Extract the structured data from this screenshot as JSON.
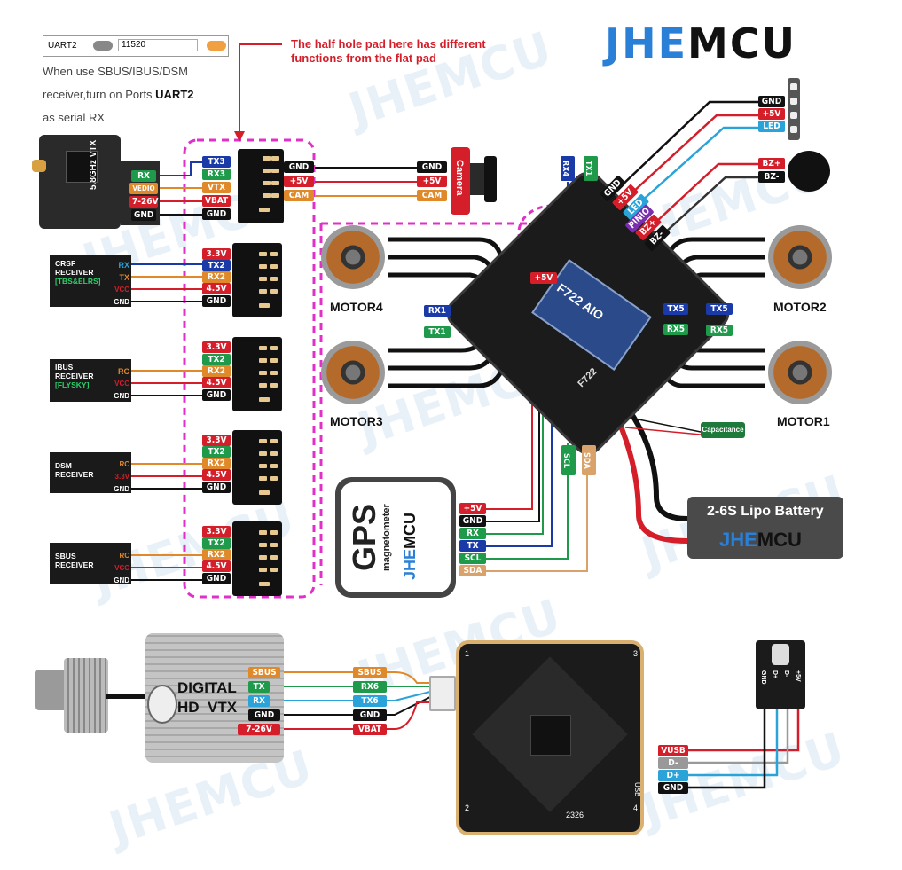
{
  "brand": {
    "name_a": "JHE",
    "name_b": "MCU",
    "watermark": "JHEMCU",
    "color_a": "#2a7fd6",
    "color_b": "#111111"
  },
  "uart_box": {
    "port": "UART2",
    "baud": "11520"
  },
  "note_sbus": {
    "line1": "When use SBUS/IBUS/DSM",
    "line2a": "receiver,turn on Ports ",
    "line2b": "UART2",
    "line3": "as serial RX"
  },
  "note_halfhole": {
    "line1": "The half hole pad here has different",
    "line2": "functions from the flat pad"
  },
  "vtx": {
    "title": "5.8GHz VTX",
    "pins": [
      "RX",
      "VEDIO",
      "7-26V",
      "GND"
    ]
  },
  "pad_group1": [
    "TX3",
    "RX3",
    "VTX",
    "VBAT",
    "GND"
  ],
  "pad_group1_right": [
    "GND",
    "+5V",
    "CAM"
  ],
  "camera": {
    "label": "Camera",
    "pins": [
      "GND",
      "+5V",
      "CAM"
    ]
  },
  "receivers": [
    {
      "name": "CRSF\nRECEIVER",
      "sub": "[TBS&ELRS]",
      "pins": [
        "RX",
        "TX",
        "VCC",
        "GND"
      ],
      "pads": [
        "TX2",
        "RX2",
        "4.5V",
        "GND"
      ],
      "top": "3.3V"
    },
    {
      "name": "IBUS\nRECEIVER",
      "sub": "[FLYSKY]",
      "pins": [
        "RC",
        "VCC",
        "GND"
      ],
      "pads": [
        "3.3V",
        "TX2",
        "RX2",
        "4.5V",
        "GND"
      ]
    },
    {
      "name": "DSM\nRECEIVER",
      "sub": "",
      "pins": [
        "RC",
        "3.3V",
        "GND"
      ],
      "pads": [
        "3.3V",
        "TX2",
        "RX2",
        "4.5V",
        "GND"
      ]
    },
    {
      "name": "SBUS\nRECEIVER",
      "sub": "",
      "pins": [
        "RC",
        "VCC",
        "GND"
      ],
      "pads": [
        "3.3V",
        "TX2",
        "RX2",
        "4.5V",
        "GND"
      ]
    }
  ],
  "fc_top": {
    "rx4": "RX4",
    "tx1": "TX1",
    "plus5v": "+5V",
    "board_text": "F722 AIO",
    "board_text2": "F722"
  },
  "top_right_pads": [
    "GND",
    "+5V",
    "LED",
    "PINIO",
    "BZ+",
    "BZ-"
  ],
  "led_strip": [
    "GND",
    "+5V",
    "LED"
  ],
  "buzzer": [
    "BZ+",
    "BZ-"
  ],
  "motors": [
    "MOTOR4",
    "MOTOR2",
    "MOTOR3",
    "MOTOR1"
  ],
  "uart_side": {
    "rx1": "RX1",
    "tx1": "TX1",
    "tx5a": "TX5",
    "tx5b": "TX5",
    "rx5a": "RX5",
    "rx5b": "RX5"
  },
  "i2c": [
    "SCL",
    "SDA"
  ],
  "capacitance": "Capacitance",
  "battery": {
    "label": "2-6S Lipo Battery"
  },
  "gps": {
    "title": "GPS",
    "sub": "magnetometer",
    "pins": [
      "+5V",
      "GND",
      "RX",
      "TX",
      "SCL",
      "SDA"
    ]
  },
  "digital_vtx": {
    "line1": "DIGITAL",
    "line2": "HD  VTX",
    "pins": [
      "SBUS",
      "TX",
      "RX",
      "GND",
      "7-26V"
    ]
  },
  "connector_pins": [
    "SBUS",
    "RX6",
    "TX6",
    "GND",
    "VBAT"
  ],
  "usb_pins": [
    "VUSB",
    "D-",
    "D+",
    "GND"
  ],
  "usb_c_pins": [
    "GND",
    "D+",
    "D-",
    "+5V"
  ],
  "bottom_board": {
    "marks": [
      "1",
      "2",
      "3",
      "4"
    ],
    "usb": "USB",
    "code": "2326"
  }
}
